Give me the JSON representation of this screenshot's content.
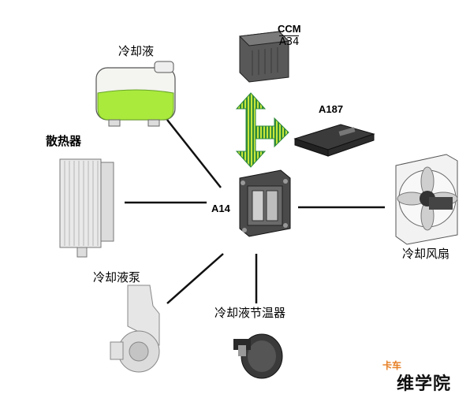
{
  "diagram": {
    "hub": {
      "label": "A14"
    },
    "coolant_tank": {
      "label": "冷却液"
    },
    "radiator": {
      "label": "散热器"
    },
    "coolant_pump": {
      "label": "冷却液泵"
    },
    "thermostat": {
      "label": "冷却液节温器"
    },
    "fan": {
      "label": "冷却风扇"
    },
    "ccm": {
      "name": "CCM",
      "code": "A34"
    },
    "a187": {
      "label": "A187"
    },
    "arrow_colors": {
      "fill": "#c7e63a",
      "stripe": "#2f8a3a"
    }
  },
  "watermark": {
    "top": "卡车",
    "main": "维学院"
  }
}
